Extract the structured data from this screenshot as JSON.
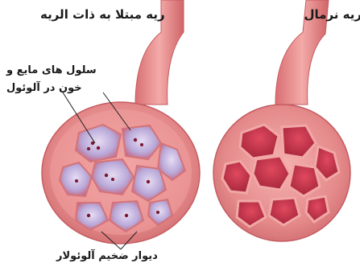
{
  "titles": {
    "diseased": "ریه مبتلا به ذات الریه",
    "normal": "ریه نرمال"
  },
  "annotations": {
    "fluid_line1": "سلول های مایع و",
    "fluid_line2": "خون در آلوئول",
    "wall": "دیوار ضخیم آلوئولار"
  },
  "colors": {
    "tissue": "#e88a8c",
    "tissue_dark": "#c9565c",
    "cell_inner": "#b9355a",
    "fluid": "#b7a8d8",
    "background": "#ffffff"
  }
}
